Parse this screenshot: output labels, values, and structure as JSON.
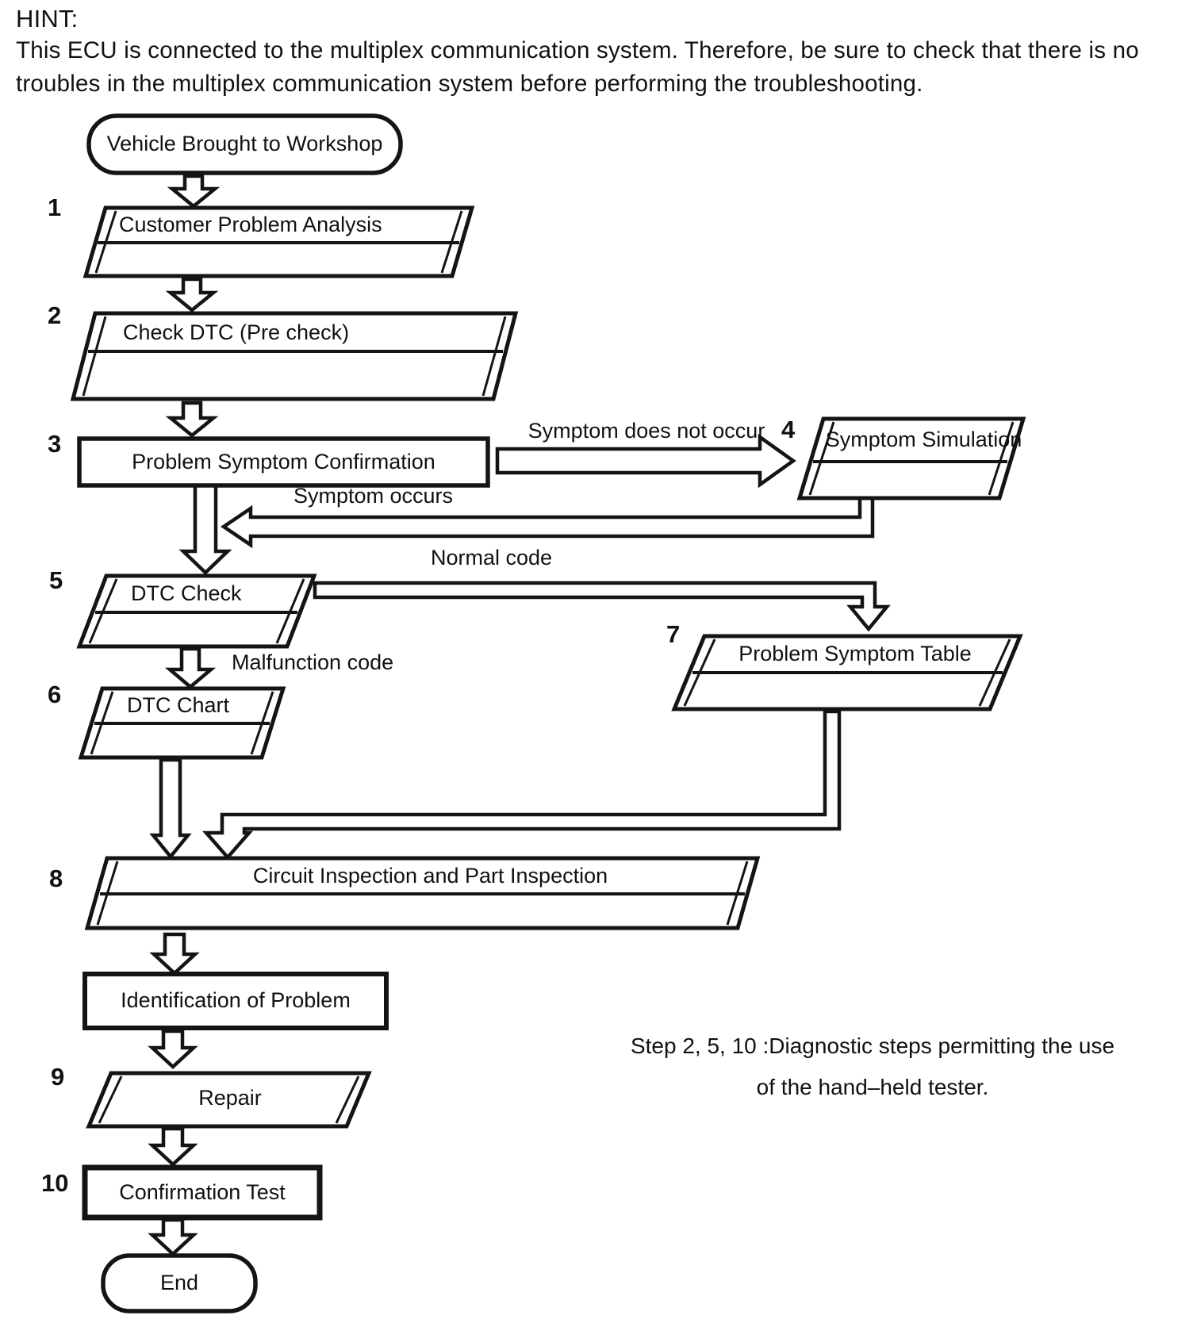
{
  "header": {
    "hint_label": "HINT:",
    "line1": "This ECU is connected to the multiplex communication system. Therefore, be sure to check that there is no",
    "line2": "troubles in the multiplex communication system before performing the troubleshooting."
  },
  "flowchart": {
    "start_label": "Vehicle Brought to Workshop",
    "end_label": "End",
    "identification_label": "Identification of Problem",
    "steps": [
      {
        "num": "1",
        "label": "Customer Problem Analysis"
      },
      {
        "num": "2",
        "label": "Check DTC (Pre check)"
      },
      {
        "num": "3",
        "label": "Problem Symptom Confirmation"
      },
      {
        "num": "4",
        "label": "Symptom Simulation"
      },
      {
        "num": "5",
        "label": "DTC Check"
      },
      {
        "num": "6",
        "label": "DTC Chart"
      },
      {
        "num": "7",
        "label": "Problem Symptom Table"
      },
      {
        "num": "8",
        "label": "Circuit Inspection and Part Inspection"
      },
      {
        "num": "9",
        "label": "Repair"
      },
      {
        "num": "10",
        "label": "Confirmation Test"
      }
    ],
    "edge_labels": {
      "symptom_does_not_occur": "Symptom does not occur",
      "symptom_occurs": "Symptom occurs",
      "normal_code": "Normal code",
      "malfunction_code": "Malfunction code"
    },
    "note_line1": "Step 2, 5, 10 :Diagnostic steps permitting the use",
    "note_line2": "of the hand–held tester."
  },
  "colors": {
    "ink": "#141414",
    "paper": "#ffffff"
  }
}
